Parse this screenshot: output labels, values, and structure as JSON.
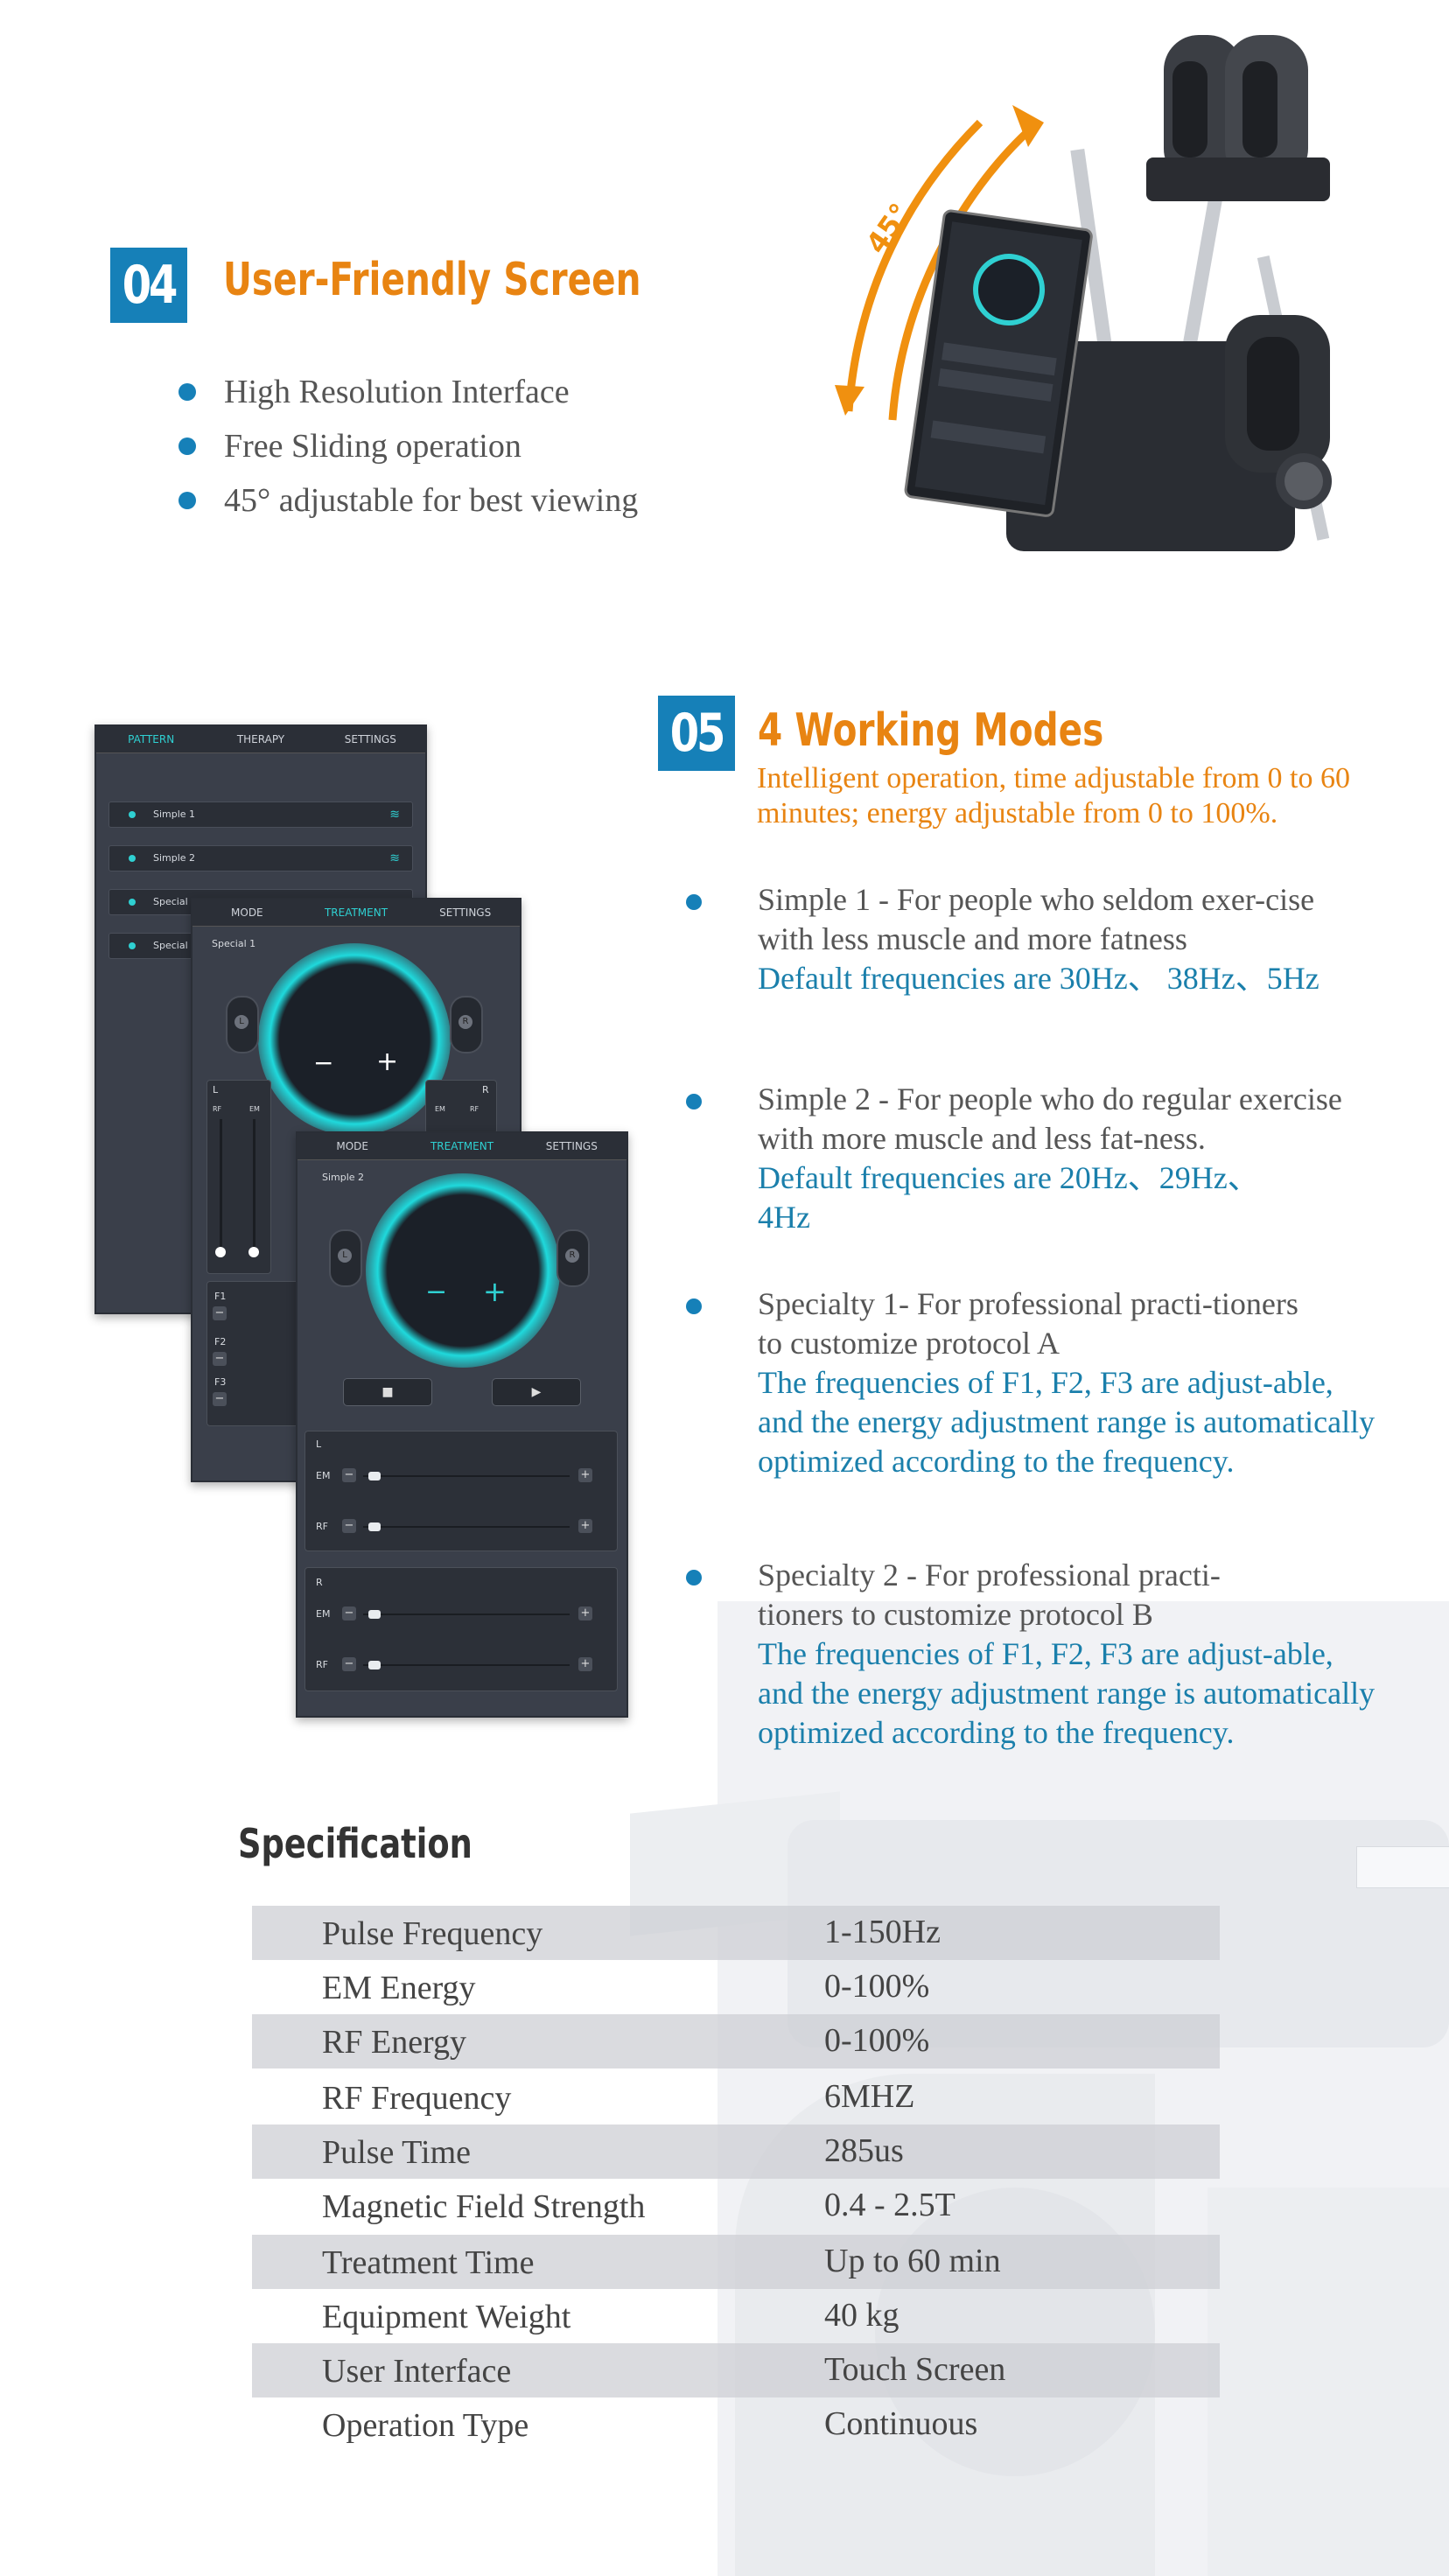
{
  "section04": {
    "number": "04",
    "title": "User-Friendly Screen",
    "features": [
      "High Resolution Interface",
      "Free Sliding operation",
      "45° adjustable for best viewing"
    ],
    "angle_label": "45°"
  },
  "section05": {
    "number": "05",
    "title": "4 Working Modes",
    "intro": "Intelligent operation, time adjustable from 0 to 60 minutes; energy adjustable from 0 to 100%.",
    "modes": [
      {
        "desc": "Simple 1  - For people who seldom exer-cise with less muscle and more fatness",
        "freq": "Default frequencies are 30Hz、 38Hz、5Hz"
      },
      {
        "desc": "Simple 2 -  For people who do regular exercise with  more muscle and less fat-ness.",
        "freq": "Default frequencies are 20Hz、29Hz、 4Hz"
      },
      {
        "desc": "Specialty 1-  For professional practi-tioners to  customize protocol A",
        "freq": "The frequencies of F1, F2, F3 are adjust-able, and the energy adjustment range is automatically optimized according to the frequency."
      },
      {
        "desc": "Specialty 2 - For professional practi-tioners to  customize protocol B",
        "freq": "The frequencies of F1, F2, F3 are adjust-able, and the energy adjustment range is automatically optimized according to the frequency."
      }
    ]
  },
  "screens": {
    "screen1": {
      "tabs": [
        "PATTERN",
        "THERAPY",
        "SETTINGS"
      ],
      "items": [
        "Simple 1",
        "Simple 2",
        "Special",
        "Special"
      ]
    },
    "screen2": {
      "tabs": [
        "MODE",
        "TREATMENT",
        "SETTINGS"
      ],
      "mode_label": "Special 1",
      "minus": "−",
      "plus": "+",
      "pad_left": "L",
      "pad_right": "R",
      "channel_left": "L",
      "channel_right": "R",
      "rf": "RF",
      "em": "EM",
      "f_labels": [
        "F1",
        "F2",
        "F3"
      ]
    },
    "screen3": {
      "tabs": [
        "MODE",
        "TREATMENT",
        "SETTINGS"
      ],
      "mode_label": "Simple 2",
      "minus": "−",
      "plus": "+",
      "pad_left": "L",
      "pad_right": "R",
      "stop": "■",
      "play": "▶",
      "group_left": "L",
      "group_right": "R",
      "em": "EM",
      "rf": "RF"
    }
  },
  "specification": {
    "title": "Specification",
    "rows": [
      {
        "label": "Pulse Frequency",
        "value": "1-150Hz"
      },
      {
        "label": "EM Energy",
        "value": "0-100%"
      },
      {
        "label": "RF Energy",
        "value": "0-100%"
      },
      {
        "label": "RF Frequency",
        "value": "6MHZ"
      },
      {
        "label": "Pulse Time",
        "value": "285us"
      },
      {
        "label": "Magnetic Field Strength",
        "value": "0.4 - 2.5T"
      },
      {
        "label": "Treatment Time",
        "value": "Up to 60 min"
      },
      {
        "label": "Equipment Weight",
        "value": "40 kg"
      },
      {
        "label": "User Interface",
        "value": "Touch Screen"
      },
      {
        "label": "Operation Type",
        "value": "Continuous"
      }
    ]
  },
  "colors": {
    "accent_orange": "#e88412",
    "accent_blue": "#1680b8",
    "screen_cyan": "#2fd0d2"
  }
}
